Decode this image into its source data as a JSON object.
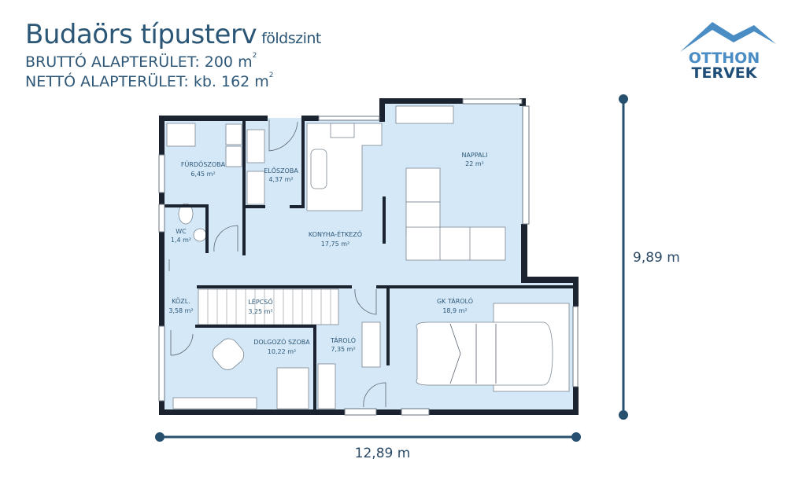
{
  "header": {
    "title": "Budaörs típusterv",
    "subtitle": "földszint",
    "gross_area_label": "BRUTTÓ ALAPTERÜLET: 200 m",
    "net_area_label": "NETTÓ ALAPTERÜLET: kb. 162 m",
    "sup": "2"
  },
  "logo": {
    "line1": "OTTHON",
    "line2": "TERVEK",
    "color1": "#4a8cc4",
    "color2": "#1f4f78"
  },
  "rooms": [
    {
      "name": "FÜRDŐSZOBA",
      "area": "6,45 m²"
    },
    {
      "name": "ELŐSZOBA",
      "area": "4,37 m²"
    },
    {
      "name": "WC",
      "area": "1,4 m²"
    },
    {
      "name": "KONYHA-ÉTKEZŐ",
      "area": "17,75 m²"
    },
    {
      "name": "NAPPALI",
      "area": "22 m²"
    },
    {
      "name": "KÖZL.",
      "area": "3,58 m²"
    },
    {
      "name": "LÉPCSŐ",
      "area": "3,25 m²"
    },
    {
      "name": "DOLGOZÓ SZOBA",
      "area": "10,22 m²"
    },
    {
      "name": "TÁROLÓ",
      "area": "7,35 m²"
    },
    {
      "name": "GK TÁROLÓ",
      "area": "18,9 m²"
    }
  ],
  "dimensions": {
    "width": "12,89 m",
    "depth": "9,89 m"
  },
  "colors": {
    "floor": "#d4e8f7",
    "wall": "#1b2230",
    "text": "#2f5878",
    "dim": "#27506f"
  }
}
